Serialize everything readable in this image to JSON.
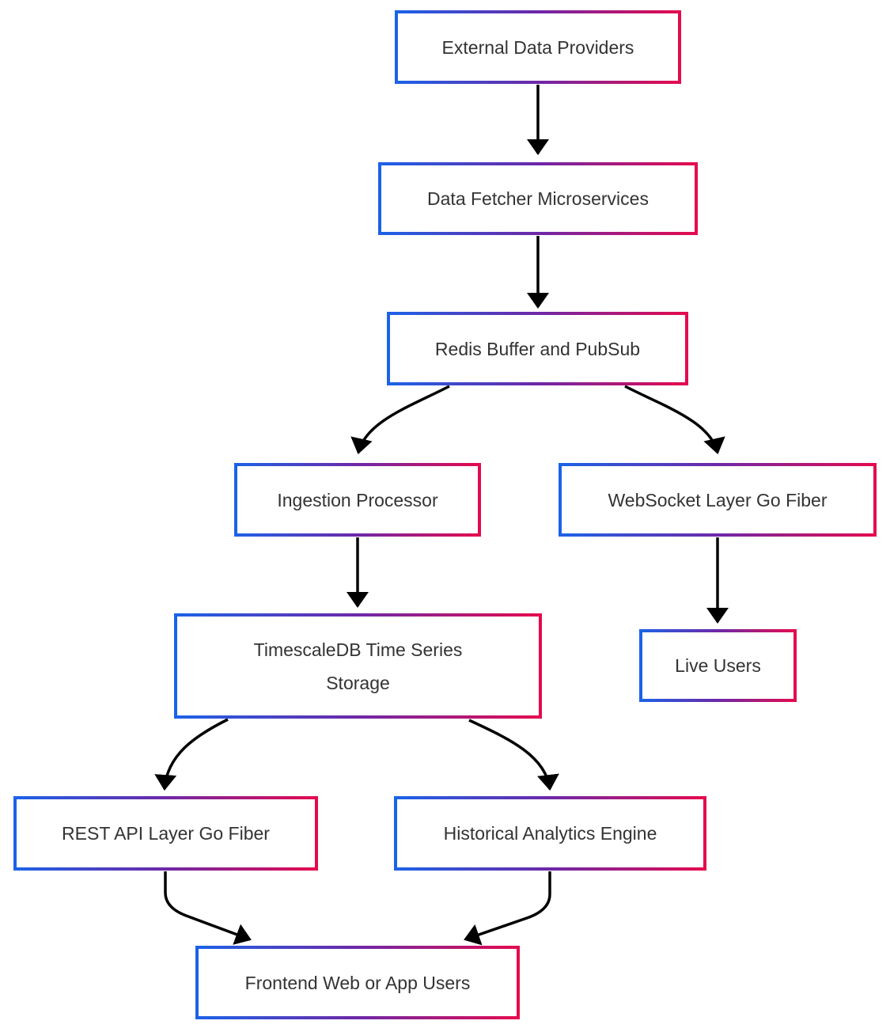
{
  "diagram": {
    "background": "#ffffff",
    "node_fill": "#ffffff",
    "text_color": "#333333",
    "edge_color": "#000000",
    "border_gradient": {
      "start": "#1b63e8",
      "mid": "#6d28a8",
      "end": "#e60a4e"
    },
    "nodes": [
      {
        "id": "external",
        "label": "External Data Providers"
      },
      {
        "id": "fetcher",
        "label": "Data Fetcher Microservices"
      },
      {
        "id": "redis",
        "label": "Redis Buffer and PubSub"
      },
      {
        "id": "ingestion",
        "label": "Ingestion Processor"
      },
      {
        "id": "websocket",
        "label": "WebSocket Layer Go Fiber"
      },
      {
        "id": "timescale",
        "label": "TimescaleDB Time Series\nStorage"
      },
      {
        "id": "liveusers",
        "label": "Live Users"
      },
      {
        "id": "restapi",
        "label": "REST API Layer Go Fiber"
      },
      {
        "id": "analytics",
        "label": "Historical Analytics Engine"
      },
      {
        "id": "frontend",
        "label": "Frontend Web or App Users"
      }
    ],
    "edges": [
      {
        "from": "external",
        "to": "fetcher"
      },
      {
        "from": "fetcher",
        "to": "redis"
      },
      {
        "from": "redis",
        "to": "ingestion"
      },
      {
        "from": "redis",
        "to": "websocket"
      },
      {
        "from": "ingestion",
        "to": "timescale"
      },
      {
        "from": "websocket",
        "to": "liveusers"
      },
      {
        "from": "timescale",
        "to": "restapi"
      },
      {
        "from": "timescale",
        "to": "analytics"
      },
      {
        "from": "restapi",
        "to": "frontend"
      },
      {
        "from": "analytics",
        "to": "frontend"
      }
    ]
  }
}
